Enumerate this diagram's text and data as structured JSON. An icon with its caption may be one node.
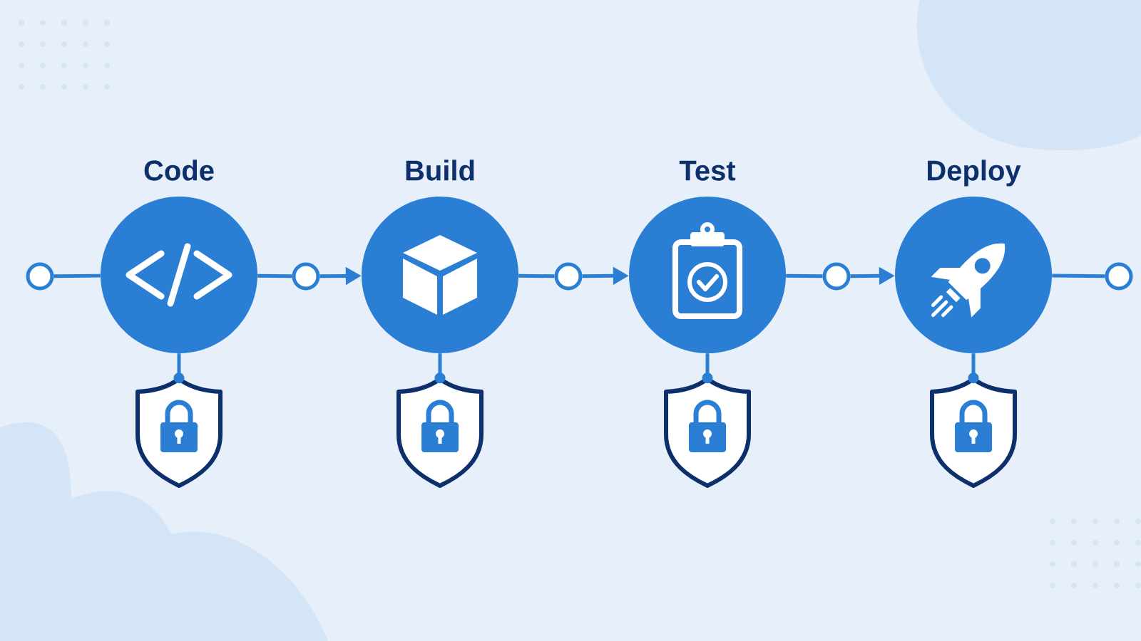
{
  "diagram": {
    "nodes": [
      {
        "text": [],
        "shape": "circle"
      },
      {
        "text": [
          "Code"
        ]
      },
      {
        "text": [],
        "shape": "circle"
      },
      {
        "text": [
          "Build"
        ]
      },
      {
        "text": [],
        "shape": "circle"
      },
      {
        "text": [
          "Test"
        ]
      },
      {
        "text": [],
        "shape": "circle"
      },
      {
        "text": [
          "Deploy"
        ]
      },
      {
        "text": [],
        "shape": "circle"
      },
      {
        "text": [],
        "shape": "shield"
      },
      {
        "text": [],
        "shape": "shield"
      },
      {
        "text": [],
        "shape": "shield"
      },
      {
        "text": [],
        "shape": "shield"
      }
    ],
    "edges": [
      {
        "from": 0,
        "to": 1,
        "arrow": "none"
      },
      {
        "from": 1,
        "to": 2,
        "arrow": "none"
      },
      {
        "from": 2,
        "to": 3,
        "arrow": "to"
      },
      {
        "from": 3,
        "to": 4,
        "arrow": "none"
      },
      {
        "from": 4,
        "to": 5,
        "arrow": "to"
      },
      {
        "from": 5,
        "to": 6,
        "arrow": "none"
      },
      {
        "from": 6,
        "to": 7,
        "arrow": "to"
      },
      {
        "from": 7,
        "to": 8,
        "arrow": "none"
      },
      {
        "from": 1,
        "to": 9,
        "arrow": "other"
      },
      {
        "from": 3,
        "to": 10,
        "arrow": "other"
      },
      {
        "from": 5,
        "to": 11,
        "arrow": "other"
      },
      {
        "from": 7,
        "to": 12,
        "arrow": "other"
      }
    ]
  }
}
